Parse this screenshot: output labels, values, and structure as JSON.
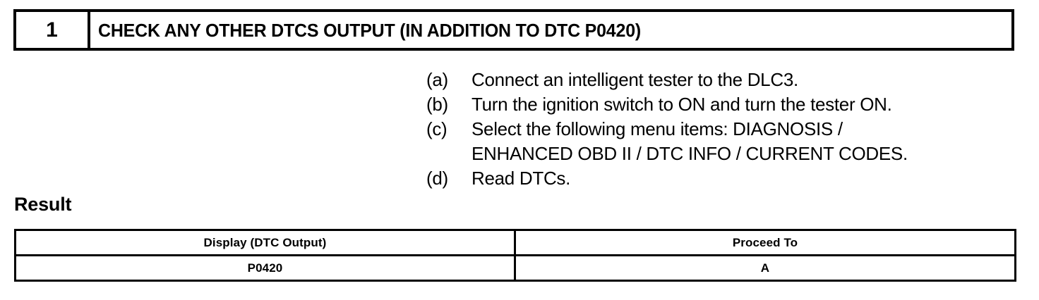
{
  "step": {
    "number": "1",
    "title": "CHECK ANY OTHER DTCS OUTPUT (IN ADDITION TO DTC P0420)"
  },
  "instructions": [
    {
      "label": "(a)",
      "text": "Connect an intelligent tester to the DLC3.",
      "continuation": ""
    },
    {
      "label": "(b)",
      "text": "Turn the ignition switch to ON and turn the tester ON.",
      "continuation": ""
    },
    {
      "label": "(c)",
      "text": "Select the following menu items: DIAGNOSIS /",
      "continuation": "ENHANCED OBD II / DTC INFO / CURRENT CODES."
    },
    {
      "label": "(d)",
      "text": "Read DTCs.",
      "continuation": ""
    }
  ],
  "result": {
    "caption": "Result",
    "columns": [
      "Display (DTC Output)",
      "Proceed To"
    ],
    "rows": [
      [
        "P0420",
        "A"
      ]
    ]
  },
  "colors": {
    "ink": "#000000",
    "paper": "#ffffff"
  }
}
